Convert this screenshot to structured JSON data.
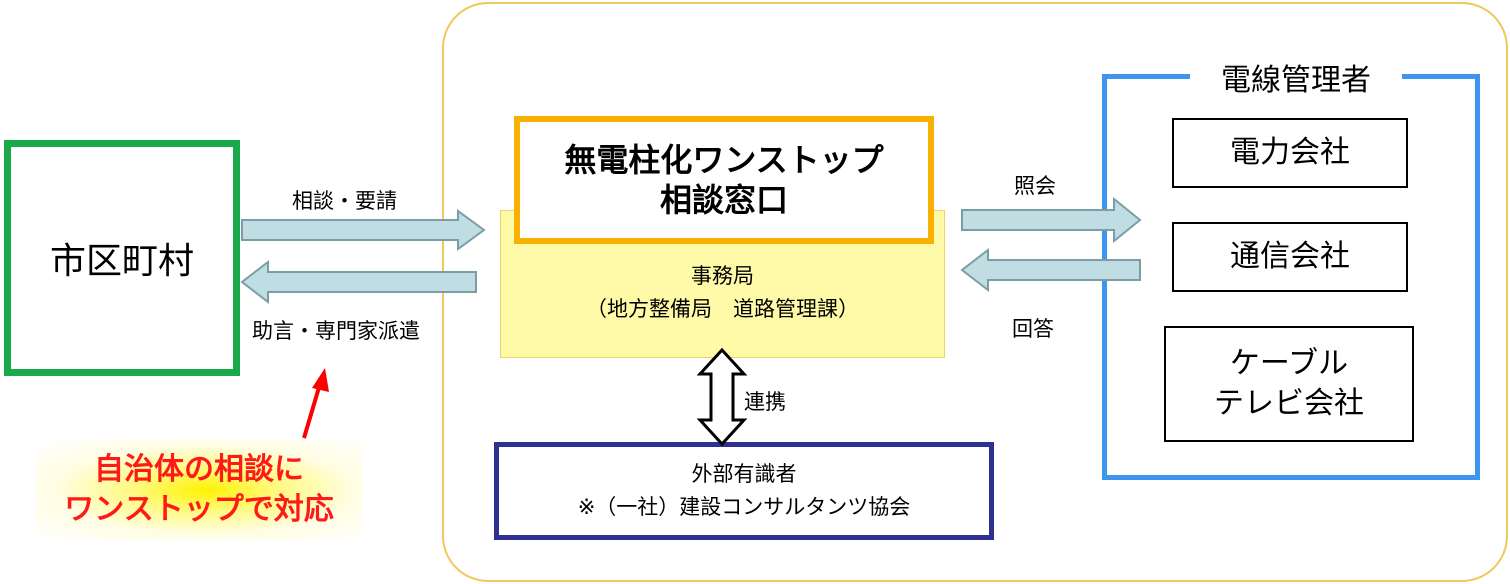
{
  "municipality": {
    "label": "市区町村"
  },
  "one_stop_window": {
    "line1": "無電柱化ワンストップ",
    "line2": "相談窓口"
  },
  "secretariat": {
    "label": "事務局",
    "sub": "（地方整備局　道路管理課）"
  },
  "external_experts": {
    "line1": "外部有識者",
    "line2": "※（一社）建設コンサルタンツ協会"
  },
  "wire_managers": {
    "title": "電線管理者",
    "companies": [
      {
        "lines": [
          "電力会社"
        ]
      },
      {
        "lines": [
          "通信会社"
        ]
      },
      {
        "lines": [
          "ケーブル",
          "テレビ会社"
        ]
      }
    ]
  },
  "flows": {
    "request": "相談・要請",
    "advice": "助言・専門家派遣",
    "inquiry": "照会",
    "answer": "回答",
    "cooperation": "連携"
  },
  "callout": {
    "line1": "自治体の相談に",
    "line2": "ワンストップで対応"
  },
  "colors": {
    "municipality_border": "#1aa84a",
    "window_border": "#f7b100",
    "secretariat_fill": "#fffaa8",
    "experts_border": "#2e3192",
    "managers_border": "#3d95ee",
    "flow_arrow_fill": "#bfdde3",
    "flow_arrow_stroke": "#7b9ea6",
    "callout_text": "#ff1a1a",
    "pointer_arrow": "#ff0000",
    "frame_border": "#f0c75a"
  }
}
